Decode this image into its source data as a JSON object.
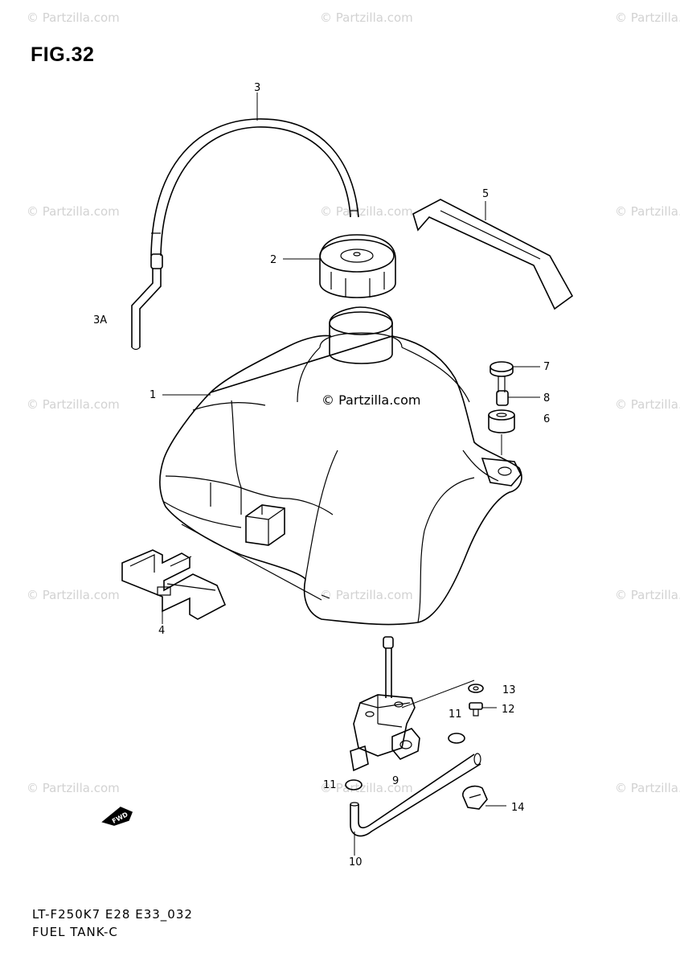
{
  "figure": {
    "title": "FIG.32",
    "code": "LT-F250K7 E28 E33_032",
    "name": "FUEL TANK-C"
  },
  "watermark": {
    "text": "© Partzilla.com",
    "center_text": "© Partzilla.com"
  },
  "callouts": {
    "c1": "1",
    "c2": "2",
    "c3": "3",
    "c3a": "3A",
    "c4": "4",
    "c5": "5",
    "c6": "6",
    "c7": "7",
    "c8": "8",
    "c9": "9",
    "c10": "10",
    "c11a": "11",
    "c11b": "11",
    "c12": "12",
    "c13": "13",
    "c14": "14"
  },
  "front_arrow": {
    "label": "FWD"
  },
  "colors": {
    "line": "#000000",
    "watermark": "#d2d2d2",
    "background": "#ffffff"
  }
}
